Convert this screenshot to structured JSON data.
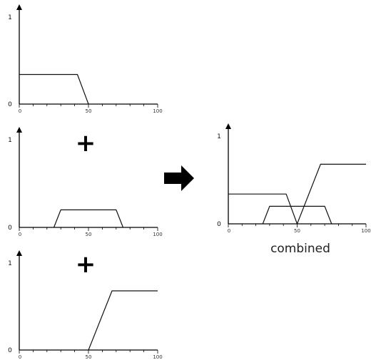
{
  "chart_data": [
    {
      "type": "line",
      "title": "",
      "xlim": [
        0,
        100
      ],
      "ylim": [
        0,
        1
      ],
      "x_ticks": [
        "0",
        "50",
        "100"
      ],
      "y_ticks": [
        "0",
        "1"
      ],
      "series": [
        {
          "x": [
            0,
            42,
            50
          ],
          "y": [
            0.34,
            0.34,
            0
          ]
        }
      ]
    },
    {
      "type": "line",
      "title": "",
      "xlim": [
        0,
        100
      ],
      "ylim": [
        0,
        1
      ],
      "x_ticks": [
        "0",
        "50",
        "100"
      ],
      "y_ticks": [
        "0",
        "1"
      ],
      "series": [
        {
          "x": [
            25,
            30,
            70,
            75
          ],
          "y": [
            0,
            0.2,
            0.2,
            0
          ]
        }
      ]
    },
    {
      "type": "line",
      "title": "",
      "xlim": [
        0,
        100
      ],
      "ylim": [
        0,
        1
      ],
      "x_ticks": [
        "0",
        "50",
        "100"
      ],
      "y_ticks": [
        "0",
        "1"
      ],
      "series": [
        {
          "x": [
            50,
            67,
            100
          ],
          "y": [
            0,
            0.68,
            0.68
          ]
        }
      ]
    },
    {
      "type": "line",
      "title": "",
      "xlim": [
        0,
        100
      ],
      "ylim": [
        0,
        1
      ],
      "x_ticks": [
        "0",
        "50",
        "100"
      ],
      "y_ticks": [
        "0",
        "1"
      ],
      "series": [
        {
          "x": [
            0,
            42,
            50
          ],
          "y": [
            0.34,
            0.34,
            0
          ]
        },
        {
          "x": [
            25,
            30,
            70,
            75
          ],
          "y": [
            0,
            0.2,
            0.2,
            0
          ]
        },
        {
          "x": [
            50,
            67,
            100
          ],
          "y": [
            0,
            0.68,
            0.68
          ]
        }
      ]
    }
  ],
  "operators": {
    "plus": "+"
  },
  "combined_label": "combined"
}
